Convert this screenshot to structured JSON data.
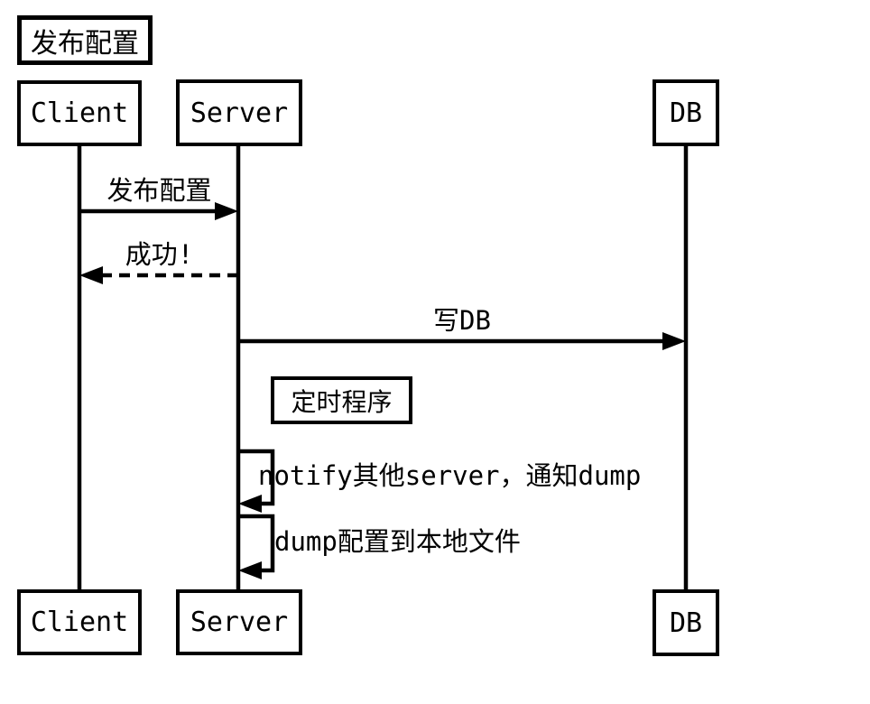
{
  "diagram": {
    "type": "sequence-diagram",
    "title": "发布配置",
    "colors": {
      "stroke": "#000000",
      "background": "#ffffff",
      "text": "#000000"
    },
    "participants": [
      {
        "id": "client",
        "label": "Client"
      },
      {
        "id": "server",
        "label": "Server"
      },
      {
        "id": "db",
        "label": "DB"
      }
    ],
    "messages": [
      {
        "from": "Client",
        "to": "Server",
        "label": "发布配置",
        "line": "solid"
      },
      {
        "from": "Server",
        "to": "Client",
        "label": "成功!",
        "line": "dashed"
      },
      {
        "from": "Server",
        "to": "DB",
        "label": "写DB",
        "line": "solid"
      },
      {
        "from": "Server",
        "to": "Server",
        "label": "notify其他server，通知dump",
        "line": "solid",
        "self": true
      },
      {
        "from": "Server",
        "to": "Server",
        "label": "dump配置到本地文件",
        "line": "solid",
        "self": true
      }
    ],
    "note": {
      "label": "定时程序"
    }
  }
}
